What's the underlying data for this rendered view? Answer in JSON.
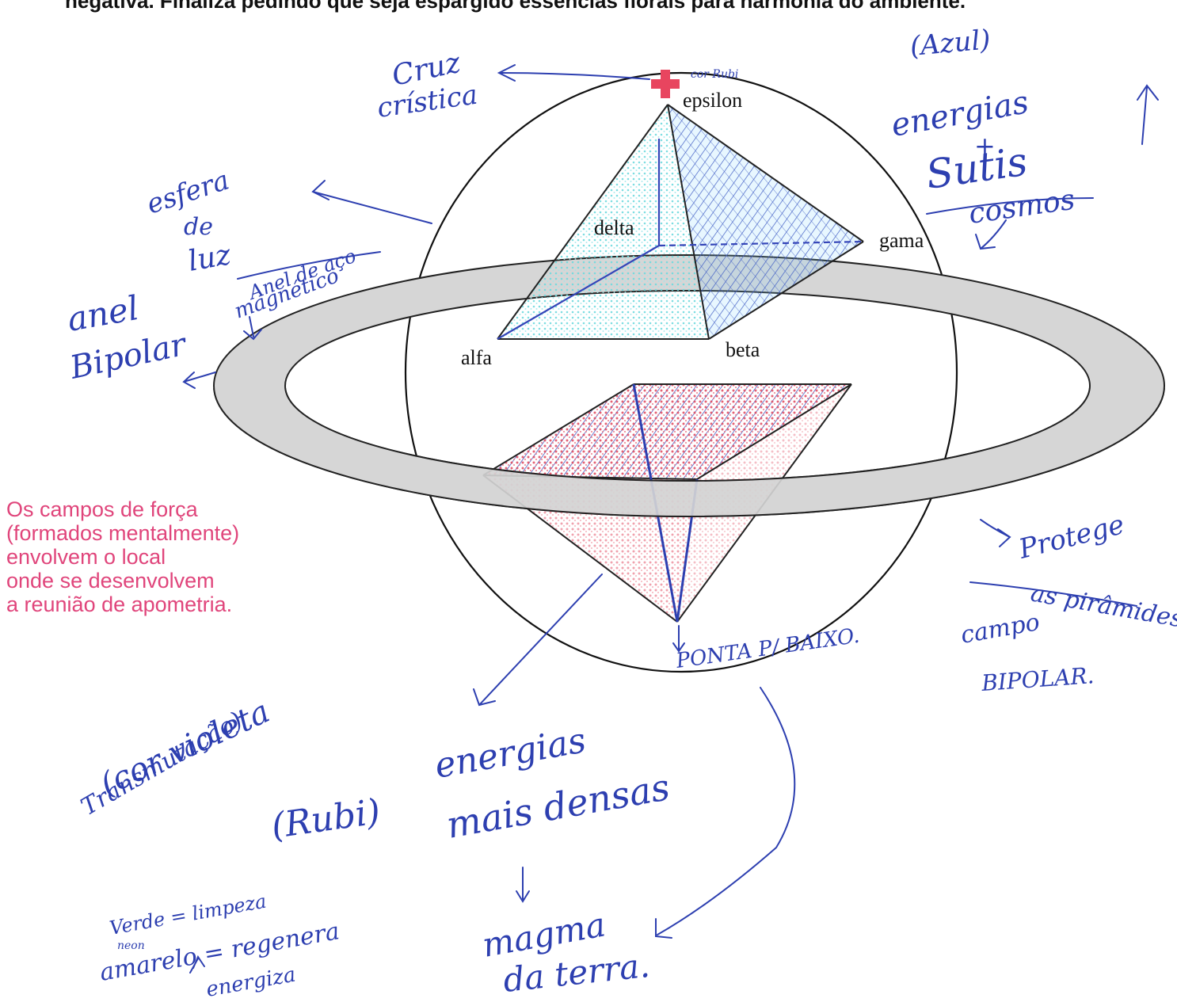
{
  "header": {
    "text": "negativa. Finaliza pedindo que seja espargido essências florais para harmonia do ambiente."
  },
  "diagram": {
    "vertex_labels": {
      "epsilon": "epsilon",
      "delta": "delta",
      "gama": "gama",
      "alfa": "alfa",
      "beta": "beta"
    },
    "caption_lines": [
      "Os campos de força",
      "(formados mentalmente)",
      "envolvem o local",
      "onde se desenvolvem",
      "a reunião de apometria."
    ],
    "handwritten_notes": {
      "cruz_line1": "Cruz",
      "cruz_line2": "crística",
      "cor_rubi_small": "cor Rubi",
      "azul": "(Azul)",
      "energias_line1": "energias",
      "plus": "+",
      "sutis": "Sutis",
      "cosmos": "cosmos",
      "esfera_line1": "esfera",
      "esfera_line2": "de",
      "esfera_line3": "luz",
      "anel_aco_line1": "Anel de aço",
      "anel_aco_line2": "magnético",
      "anel_line1": "anel",
      "anel_line2": "Bipolar",
      "protege_line1": "Protege",
      "protege_line2": "as pirâmides",
      "campo_line1": "campo",
      "campo_line2": "BIPOLAR.",
      "ponta": "PONTA P/ BAIXO.",
      "violeta_line1": "(cor violeta",
      "violeta_line2": "Transmutação)",
      "rubi": "(Rubi)",
      "energias2_line1": "energias",
      "energias2_line2": "mais densas",
      "magma_line1": "magma",
      "magma_line2": "da terra.",
      "verde": "Verde = limpeza",
      "neon": "neon",
      "amarelo": "amarelo = regenera",
      "energiza": "energiza"
    }
  },
  "colors": {
    "ink_blue": "#2d3fb0",
    "caption_pink": "#e0457b",
    "cross_red": "#e8455f",
    "ring_gray": "#d6d6d6",
    "upper_fill_cyan": "#7fe3e6",
    "lower_fill_red": "#e0455c"
  }
}
